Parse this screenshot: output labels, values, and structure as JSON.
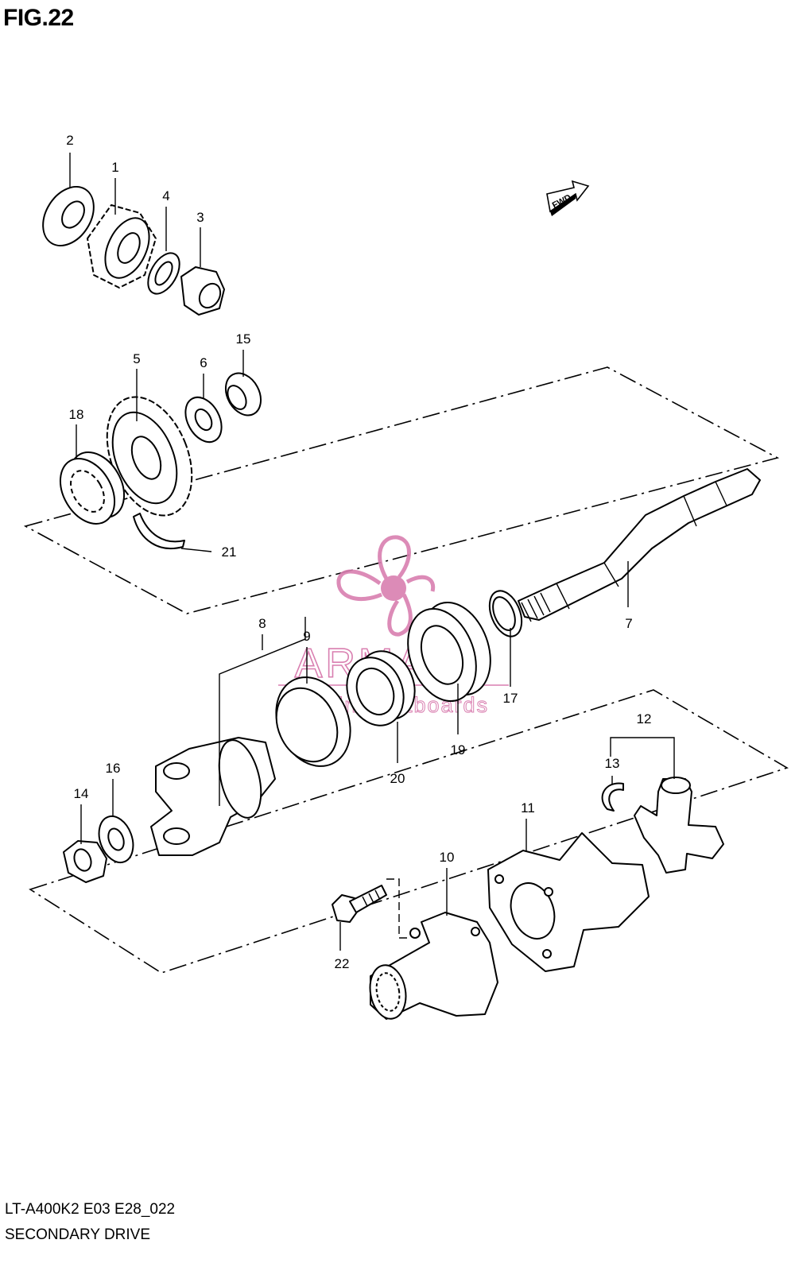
{
  "title": "FIG.22",
  "footer": {
    "code": "LT-A400K2 E03 E28_022",
    "name": "SECONDARY DRIVE"
  },
  "fwd_label": "FWD",
  "watermark": {
    "brand": "ARMADA",
    "tagline": "marine outboards",
    "color": "#d97fb0"
  },
  "callouts": {
    "p1": "1",
    "p2": "2",
    "p3": "3",
    "p4": "4",
    "p5": "5",
    "p6": "6",
    "p7": "7",
    "p8": "8",
    "p9": "9",
    "p10": "10",
    "p11": "11",
    "p12": "12",
    "p13": "13",
    "p14": "14",
    "p15": "15",
    "p16": "16",
    "p17": "17",
    "p18": "18",
    "p19": "19",
    "p20": "20",
    "p21": "21",
    "p22": "22"
  }
}
